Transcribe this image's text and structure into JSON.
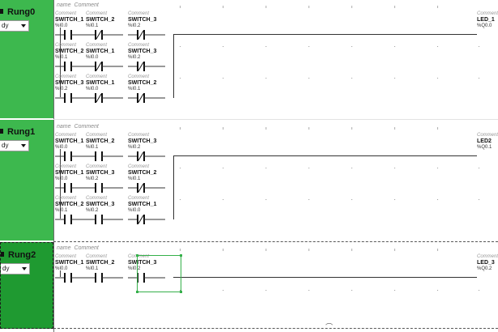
{
  "rungs": [
    {
      "title": "Rung0",
      "mode": "dy",
      "name_label": "name",
      "comment_label": "Comment",
      "branches": [
        {
          "contacts": [
            {
              "comment": "Comment",
              "label": "SWITCH_1",
              "addr": "%I0.0",
              "type": "NO"
            },
            {
              "comment": "Comment",
              "label": "SWITCH_2",
              "addr": "%I0.1",
              "type": "NC"
            },
            {
              "comment": "Comment",
              "label": "SWITCH_3",
              "addr": "%I0.2",
              "type": "NC"
            }
          ]
        },
        {
          "contacts": [
            {
              "comment": "Comment",
              "label": "SWITCH_2",
              "addr": "%I0.1",
              "type": "NO"
            },
            {
              "comment": "Comment",
              "label": "SWITCH_1",
              "addr": "%I0.0",
              "type": "NC"
            },
            {
              "comment": "Comment",
              "label": "SWITCH_3",
              "addr": "%I0.2",
              "type": "NC"
            }
          ]
        },
        {
          "contacts": [
            {
              "comment": "Comment",
              "label": "SWITCH_3",
              "addr": "%I0.2",
              "type": "NO"
            },
            {
              "comment": "Comment",
              "label": "SWITCH_1",
              "addr": "%I0.0",
              "type": "NC"
            },
            {
              "comment": "Comment",
              "label": "SWITCH_2",
              "addr": "%I0.1",
              "type": "NC"
            }
          ]
        }
      ],
      "coil": {
        "comment": "Comment",
        "label": "LED_1",
        "addr": "%Q0.0"
      }
    },
    {
      "title": "Rung1",
      "mode": "dy",
      "name_label": "name",
      "comment_label": "Comment",
      "branches": [
        {
          "contacts": [
            {
              "comment": "Comment",
              "label": "SWITCH_1",
              "addr": "%I0.0",
              "type": "NO"
            },
            {
              "comment": "Comment",
              "label": "SWITCH_2",
              "addr": "%I0.1",
              "type": "NO"
            },
            {
              "comment": "Comment",
              "label": "SWITCH_3",
              "addr": "%I0.2",
              "type": "NC"
            }
          ]
        },
        {
          "contacts": [
            {
              "comment": "Comment",
              "label": "SWITCH_1",
              "addr": "%I0.0",
              "type": "NO"
            },
            {
              "comment": "Comment",
              "label": "SWITCH_3",
              "addr": "%I0.2",
              "type": "NO"
            },
            {
              "comment": "Comment",
              "label": "SWITCH_2",
              "addr": "%I0.1",
              "type": "NC"
            }
          ]
        },
        {
          "contacts": [
            {
              "comment": "Comment",
              "label": "SWITCH_2",
              "addr": "%I0.1",
              "type": "NO"
            },
            {
              "comment": "Comment",
              "label": "SWITCH_3",
              "addr": "%I0.2",
              "type": "NO"
            },
            {
              "comment": "Comment",
              "label": "SWITCH_1",
              "addr": "%I0.0",
              "type": "NC"
            }
          ]
        }
      ],
      "coil": {
        "comment": "Comment",
        "label": "LED2",
        "addr": "%Q0.1"
      }
    },
    {
      "title": "Rung2",
      "mode": "dy",
      "name_label": "name",
      "comment_label": "Comment",
      "branches": [
        {
          "contacts": [
            {
              "comment": "Comment",
              "label": "SWITCH_1",
              "addr": "%I0.0",
              "type": "NO"
            },
            {
              "comment": "Comment",
              "label": "SWITCH_2",
              "addr": "%I0.1",
              "type": "NO"
            },
            {
              "comment": "Comment",
              "label": "SWITCH_3",
              "addr": "%I0.2",
              "type": "NO"
            }
          ]
        }
      ],
      "coil": {
        "comment": "Comment",
        "label": "LED_3",
        "addr": "%Q0.2"
      }
    }
  ],
  "colors": {
    "rung_panel": "#3db84e",
    "rung_panel_active": "#1f9a31",
    "selection": "#35b04a",
    "wire": "#333333"
  }
}
